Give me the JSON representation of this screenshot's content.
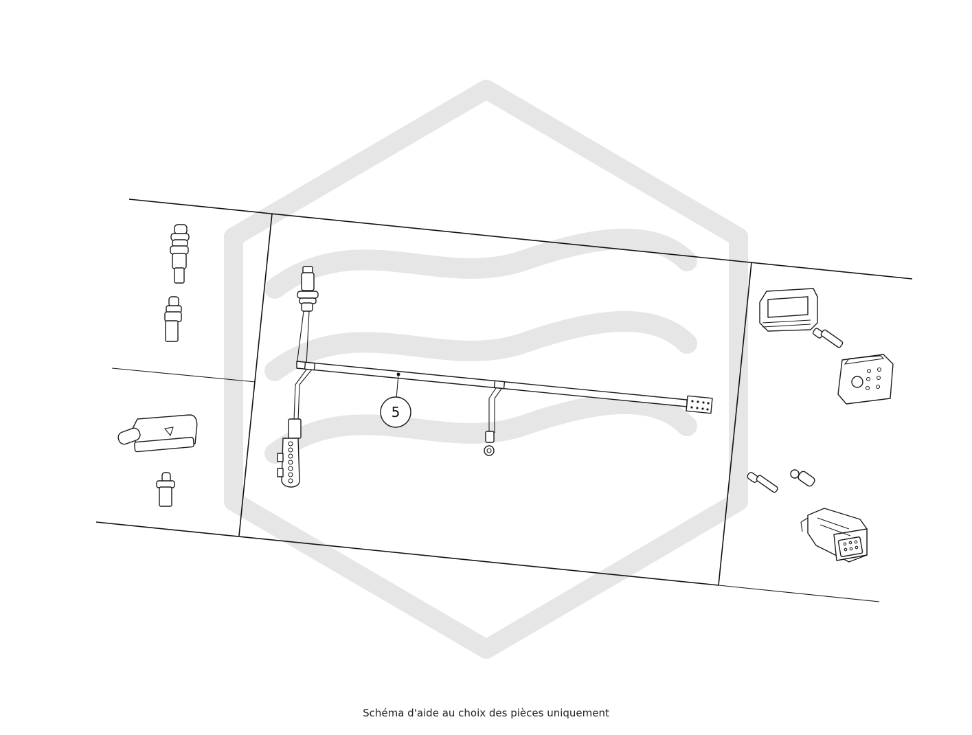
{
  "diagram": {
    "callouts": [
      {
        "label": "5"
      }
    ],
    "watermark": {
      "color": "#e6e6e6",
      "shape": "hexagon-waves-logo"
    }
  },
  "caption": "Schéma d'aide au choix des pièces uniquement"
}
